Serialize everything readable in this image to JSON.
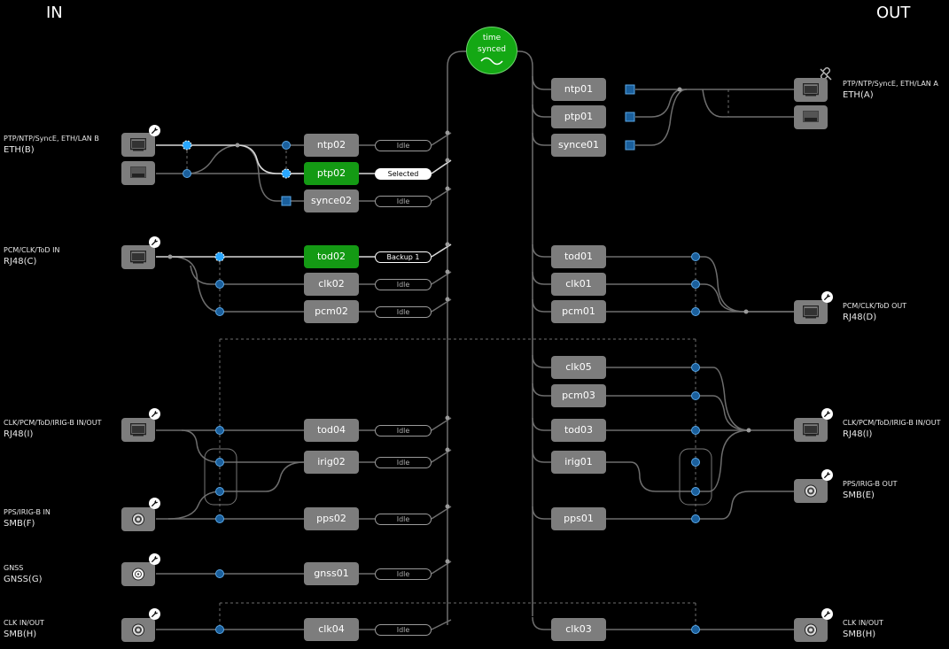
{
  "headers": {
    "in": "IN",
    "out": "OUT"
  },
  "sync_status": {
    "line1": "time",
    "line2": "synced",
    "icon": "sine-wave-icon",
    "color": "#14a814"
  },
  "colors": {
    "box": "#7d7d7d",
    "selected": "#149a14",
    "node": "#1e7fd0",
    "wire": "#6e6e6e",
    "active_wire": "#d8d8d8"
  },
  "inputs": [
    {
      "id": "in-eth-b",
      "line1": "PTP/NTP/SyncE, ETH/LAN B",
      "line2": "ETH(B)",
      "icon": "ethernet-port-icon"
    },
    {
      "id": "in-rj48-c",
      "line1": "PCM/CLK/ToD IN",
      "line2": "RJ48(C)",
      "icon": "ethernet-port-icon"
    },
    {
      "id": "in-rj48-i",
      "line1": "CLK/PCM/ToD/IRIG-B IN/OUT",
      "line2": "RJ48(I)",
      "icon": "ethernet-port-icon"
    },
    {
      "id": "in-smb-f",
      "line1": "PPS/IRIG-B IN",
      "line2": "SMB(F)",
      "icon": "coax-connector-icon"
    },
    {
      "id": "in-gnss-g",
      "line1": "GNSS",
      "line2": "GNSS(G)",
      "icon": "gnss-antenna-icon"
    },
    {
      "id": "in-smb-h",
      "line1": "CLK IN/OUT",
      "line2": "SMB(H)",
      "icon": "coax-connector-icon"
    }
  ],
  "outputs": [
    {
      "id": "out-eth-a",
      "line1": "PTP/NTP/SyncE, ETH/LAN A",
      "line2": "ETH(A)",
      "icon": "ethernet-port-icon"
    },
    {
      "id": "out-rj48-d",
      "line1": "PCM/CLK/ToD OUT",
      "line2": "RJ48(D)",
      "icon": "ethernet-port-icon"
    },
    {
      "id": "out-rj48-i",
      "line1": "CLK/PCM/ToD/IRIG-B IN/OUT",
      "line2": "RJ48(I)",
      "icon": "ethernet-port-icon"
    },
    {
      "id": "out-smb-e",
      "line1": "PPS/IRIG-B OUT",
      "line2": "SMB(E)",
      "icon": "coax-connector-icon"
    },
    {
      "id": "out-smb-h",
      "line1": "CLK IN/OUT",
      "line2": "SMB(H)",
      "icon": "coax-connector-icon"
    }
  ],
  "input_sources": [
    {
      "label": "ntp02",
      "status": "Idle"
    },
    {
      "label": "ptp02",
      "status": "Selected"
    },
    {
      "label": "synce02",
      "status": "Idle"
    },
    {
      "label": "tod02",
      "status": "Backup 1"
    },
    {
      "label": "clk02",
      "status": "Idle"
    },
    {
      "label": "pcm02",
      "status": "Idle"
    },
    {
      "label": "tod04",
      "status": "Idle"
    },
    {
      "label": "irig02",
      "status": "Idle"
    },
    {
      "label": "pps02",
      "status": "Idle"
    },
    {
      "label": "gnss01",
      "status": "Idle"
    },
    {
      "label": "clk04",
      "status": "Idle"
    }
  ],
  "output_signals": [
    {
      "label": "ntp01"
    },
    {
      "label": "ptp01"
    },
    {
      "label": "synce01"
    },
    {
      "label": "tod01"
    },
    {
      "label": "clk01"
    },
    {
      "label": "pcm01"
    },
    {
      "label": "clk05"
    },
    {
      "label": "pcm03"
    },
    {
      "label": "tod03"
    },
    {
      "label": "irig01"
    },
    {
      "label": "pps01"
    },
    {
      "label": "clk03"
    }
  ]
}
